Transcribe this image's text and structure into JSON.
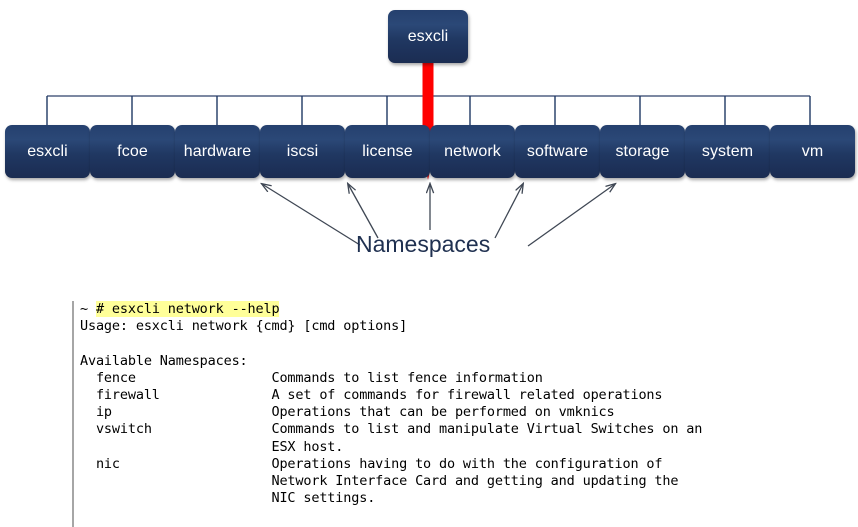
{
  "diagram": {
    "root": {
      "label": "esxcli"
    },
    "children": [
      {
        "label": "esxcli"
      },
      {
        "label": "fcoe"
      },
      {
        "label": "hardware"
      },
      {
        "label": "iscsi"
      },
      {
        "label": "license"
      },
      {
        "label": "network"
      },
      {
        "label": "software"
      },
      {
        "label": "storage"
      },
      {
        "label": "system"
      },
      {
        "label": "vm"
      }
    ],
    "annotation_label": "Namespaces",
    "highlight_arrow": {
      "points_to": "network",
      "color": "#FF0000"
    },
    "colors": {
      "node_fill": "#1F3864",
      "node_text": "#FFFFFF",
      "connector_line": "#1F3864",
      "annotation_text": "#1F3050",
      "callout_arrow": "#404040"
    }
  },
  "terminal": {
    "prompt_symbol": "~",
    "command": "# esxcli network --help",
    "command_highlight_color": "#FFFF99",
    "lines": [
      "Usage: esxcli network {cmd} [cmd options]",
      "",
      "Available Namespaces:",
      "  fence                 Commands to list fence information",
      "  firewall              A set of commands for firewall related operations",
      "  ip                    Operations that can be performed on vmknics",
      "  vswitch               Commands to list and manipulate Virtual Switches on an",
      "                        ESX host.",
      "  nic                   Operations having to do with the configuration of",
      "                        Network Interface Card and getting and updating the",
      "                        NIC settings."
    ]
  }
}
